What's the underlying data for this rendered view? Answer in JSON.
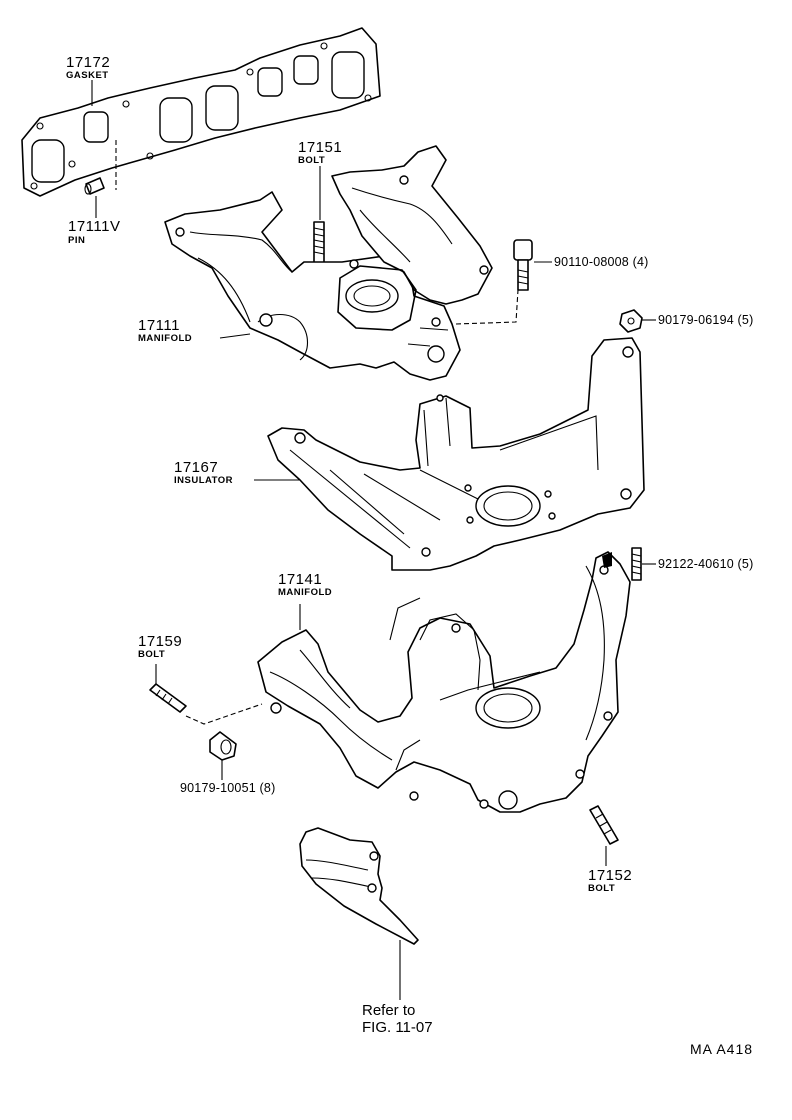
{
  "parts": {
    "gasket": {
      "number": "17172",
      "name": "GASKET"
    },
    "pin": {
      "number": "17111V",
      "name": "PIN"
    },
    "bolt_17151": {
      "number": "17151",
      "name": "BOLT"
    },
    "manifold_17111": {
      "number": "17111",
      "name": "MANIFOLD"
    },
    "bolt_90110": {
      "part_no": "90110-08008 (4)"
    },
    "nut_90179_06194": {
      "part_no": "90179-06194 (5)"
    },
    "insulator": {
      "number": "17167",
      "name": "INSULATOR"
    },
    "stud_92122": {
      "part_no": "92122-40610 (5)"
    },
    "manifold_17141": {
      "number": "17141",
      "name": "MANIFOLD"
    },
    "bolt_17159": {
      "number": "17159",
      "name": "BOLT"
    },
    "nut_90179_10051": {
      "part_no": "90179-10051 (8)"
    },
    "bolt_17152": {
      "number": "17152",
      "name": "BOLT"
    }
  },
  "reference": {
    "line1": "Refer to",
    "line2": "FIG. 11-07"
  },
  "figure_code": "MA  A418"
}
